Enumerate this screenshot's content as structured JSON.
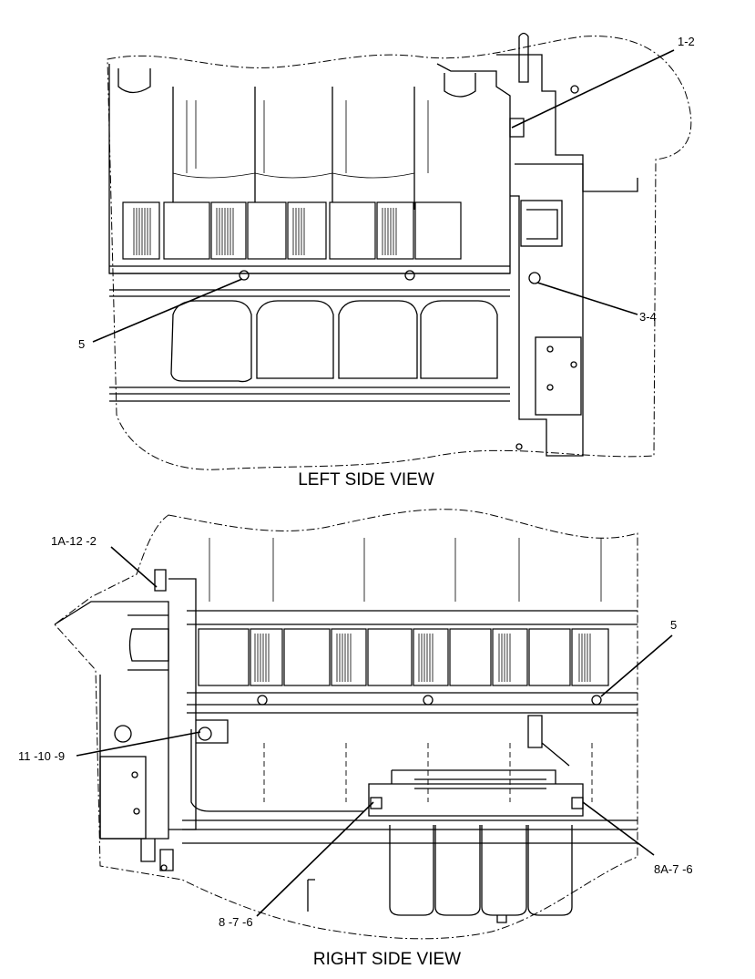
{
  "views": {
    "left": {
      "title": "LEFT SIDE VIEW",
      "callouts": [
        "1-2",
        "3-4",
        "5"
      ]
    },
    "right": {
      "title": "RIGHT SIDE VIEW",
      "callouts": [
        "1A-12 -2",
        "5",
        "11 -10 -9",
        "8 -7 -6",
        "8A-7 -6"
      ]
    }
  }
}
